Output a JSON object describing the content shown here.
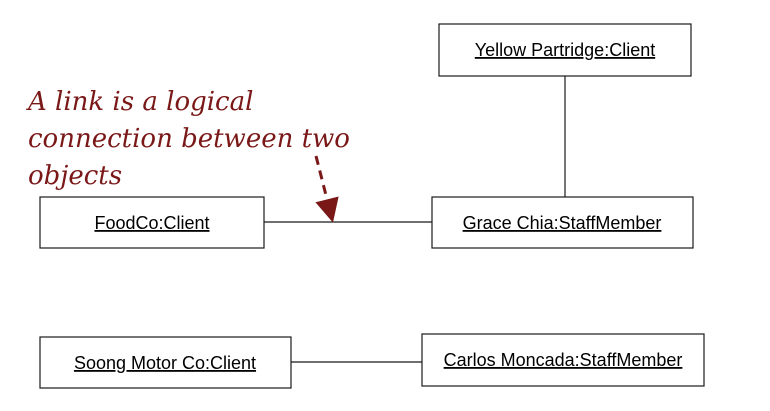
{
  "objects": {
    "yellow_partridge": "Yellow Partridge:Client",
    "foodco": "FoodCo:Client",
    "grace_chia": "Grace Chia:StaffMember",
    "soong_motor": "Soong Motor Co:Client",
    "carlos_moncada": "Carlos Moncada:StaffMember"
  },
  "annotation": {
    "lines": [
      "A link is a logical",
      "connection between two",
      "objects"
    ]
  },
  "colors": {
    "annotation": "#7a1818",
    "stroke": "#1a1a1a"
  }
}
